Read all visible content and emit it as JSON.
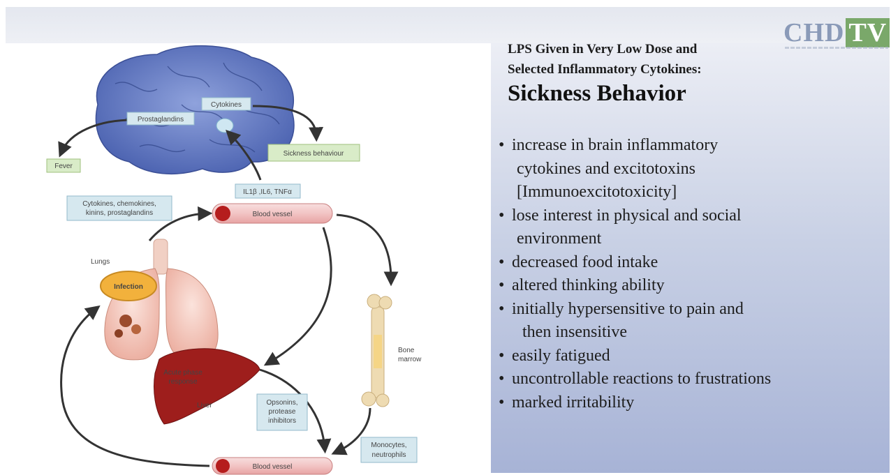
{
  "logo": {
    "part1": "CHD",
    "part2": "TV"
  },
  "slide": {
    "subtitle_line1": "LPS Given in Very Low Dose and",
    "subtitle_line2": "Selected Inflammatory Cytokines:",
    "title": "Sickness Behavior",
    "bullets": [
      {
        "lines": [
          "increase in brain inflammatory",
          "cytokines and excitotoxins",
          "[Immunoexcitotoxicity]"
        ]
      },
      {
        "lines": [
          "lose interest in physical and social",
          "environment"
        ]
      },
      {
        "lines": [
          "decreased food intake"
        ]
      },
      {
        "lines": [
          "altered thinking ability"
        ]
      },
      {
        "lines": [
          "initially hypersensitive to pain and",
          "then insensitive"
        ]
      },
      {
        "lines": [
          "easily fatigued"
        ]
      },
      {
        "lines": [
          "uncontrollable reactions to frustrations"
        ]
      },
      {
        "lines": [
          "marked irritability"
        ]
      }
    ]
  },
  "diagram": {
    "prostaglandins": "Prostaglandins",
    "cytokines": "Cytokines",
    "fever": "Fever",
    "sickness_behaviour": "Sickness behaviour",
    "il_box": "IL1β ,IL6, TNFα",
    "cytokines_chemokines_line1": "Cytokines, chemokines,",
    "cytokines_chemokines_line2": "kinins, prostaglandins",
    "blood_vessel_top": "Blood vessel",
    "blood_vessel_bottom": "Blood vessel",
    "lungs": "Lungs",
    "infection": "Infection",
    "acute_phase_line1": "Acute phase",
    "acute_phase_line2": "response",
    "liver": "Liver",
    "bone_marrow_line1": "Bone",
    "bone_marrow_line2": "marrow",
    "opsonins_line1": "Opsonins,",
    "opsonins_line2": "protease",
    "opsonins_line3": "inhibitors",
    "monocytes_line1": "Monocytes,",
    "monocytes_line2": "neutrophils"
  }
}
